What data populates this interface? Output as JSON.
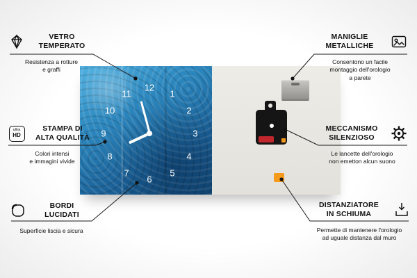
{
  "callouts": {
    "left": [
      {
        "icon": "diamond-icon",
        "title": "VETRO\nTEMPERATO",
        "subtitle": "Resistenza a rotture\ne graffi"
      },
      {
        "icon": "ultra-hd-icon",
        "icon_text_top": "ultra",
        "icon_text_bottom": "HD",
        "title": "STAMPA DI\nALTA QUALITÀ",
        "subtitle": "Colori intensi\ne immagini vivide"
      },
      {
        "icon": "rounded-corner-icon",
        "title": "BORDI\nLUCIDATI",
        "subtitle": "Superficie liscia e sicura"
      }
    ],
    "right": [
      {
        "icon": "picture-icon",
        "title": "MANIGLIE\nMETALLICHE",
        "subtitle": "Consentono un facile\nmontaggio dell'orologio\na parete"
      },
      {
        "icon": "gear-icon",
        "title": "MECCANISMO\nSILENZIOSO",
        "subtitle": "Le lancette dell'orologio\nnon emetton alcun suono"
      },
      {
        "icon": "foam-spacer-icon",
        "title": "DISTANZIATORE\nIN SCHIUMA",
        "subtitle": "Permette di mantenere l'orologio\nad uguale distanza dal muro"
      }
    ]
  },
  "clock": {
    "numbers": [
      "12",
      "1",
      "2",
      "3",
      "4",
      "5",
      "6",
      "7",
      "8",
      "9",
      "10",
      "11"
    ]
  },
  "colors": {
    "front_blue_light": "#4fb0e0",
    "front_blue_dark": "#134a77",
    "back_panel": "#e9e7e1",
    "mechanism_black": "#151515",
    "battery_red": "#c1272d",
    "spacer_orange": "#f59a1a",
    "line": "#1a1a1a"
  }
}
